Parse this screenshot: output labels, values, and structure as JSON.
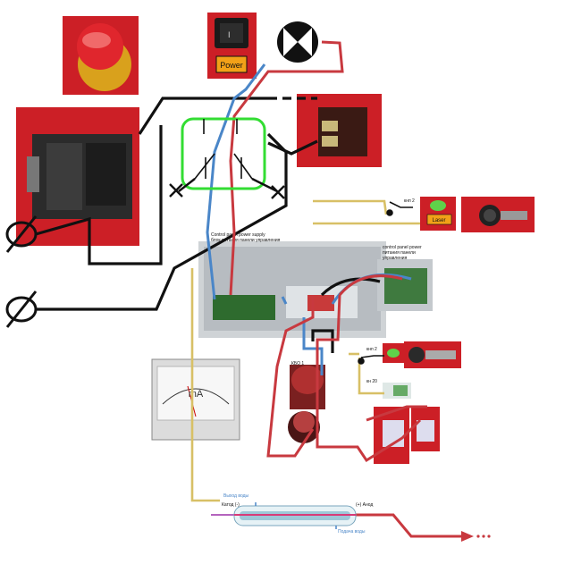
{
  "labels": {
    "power_button": "Power",
    "laser_button": "Laser",
    "key2_top": "кнп 2",
    "key2_mid": "кнп 2",
    "key20": "кн 20",
    "psu_caption_en": "Control panel power supply",
    "psu_caption_ru": "блок питания панели управления",
    "panel_caption_en": "control panel power",
    "panel_caption_ru1": "питания панели",
    "panel_caption_ru2": "управления",
    "meter_unit": "mA",
    "kbo": "КБО 1",
    "tube_water_out": "Выход воды",
    "tube_cathode": "Катод (-)",
    "tube_anode": "(+) Анод",
    "tube_water_in": "Подача воды"
  },
  "colors": {
    "wire_black": "#111111",
    "wire_red": "#c8393f",
    "wire_blue": "#4a86c8",
    "wire_yellow": "#d8c066",
    "switch_green": "#33dd33",
    "photo_red": "#cc1f26"
  },
  "icons": [
    "emergency-stop-icon",
    "power-switch-icon",
    "lamp-icon",
    "ground-icon",
    "ammeter-icon",
    "laser-tube-icon"
  ]
}
